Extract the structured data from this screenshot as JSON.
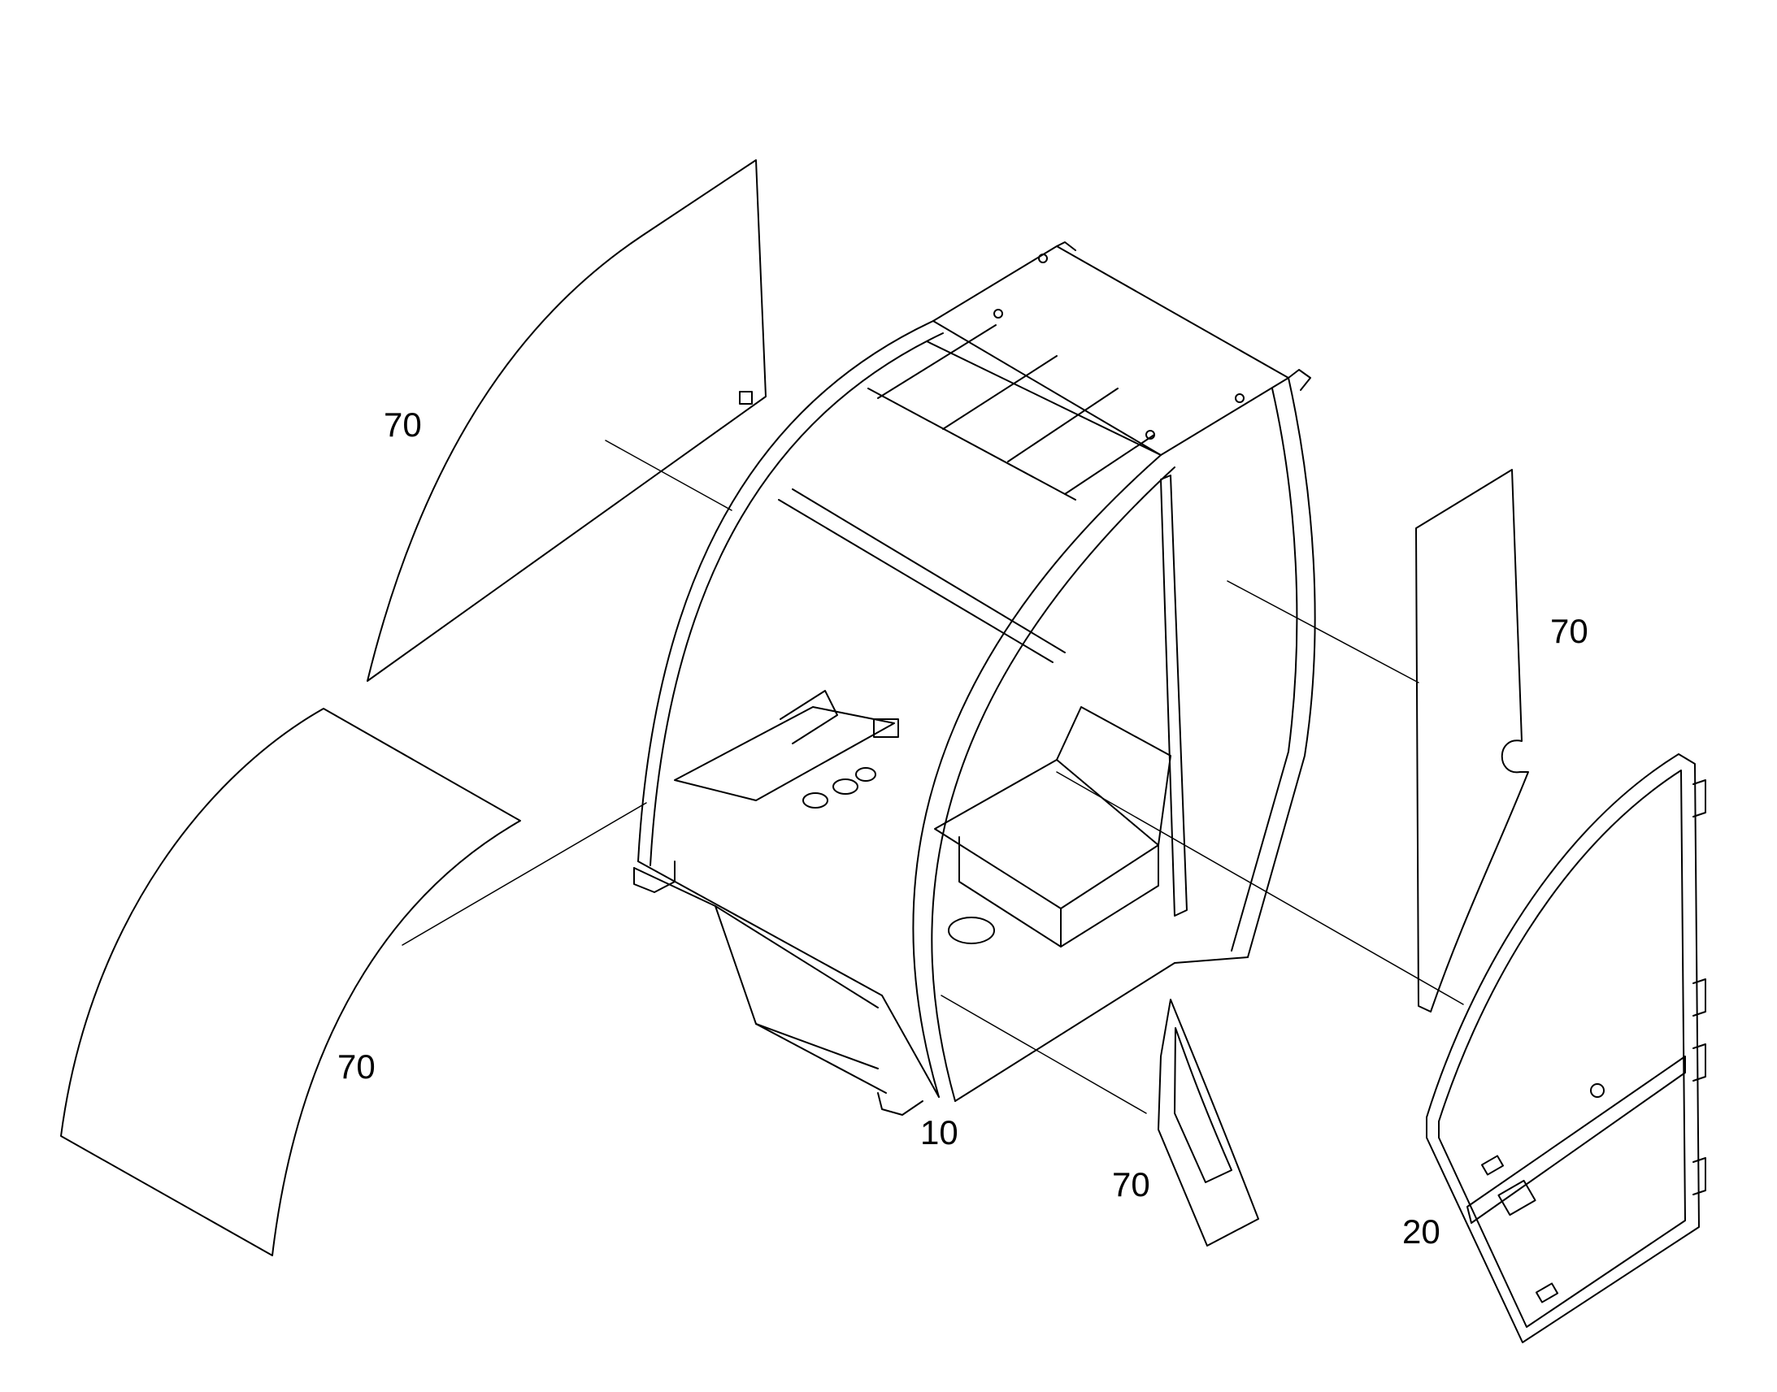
{
  "callouts": {
    "top_left_glass": "70",
    "right_rear_glass": "70",
    "bottom_left_glass": "70",
    "cab_frame": "10",
    "small_side_glass": "70",
    "door": "20"
  },
  "colors": {
    "line": "#000000",
    "background": "#ffffff"
  }
}
